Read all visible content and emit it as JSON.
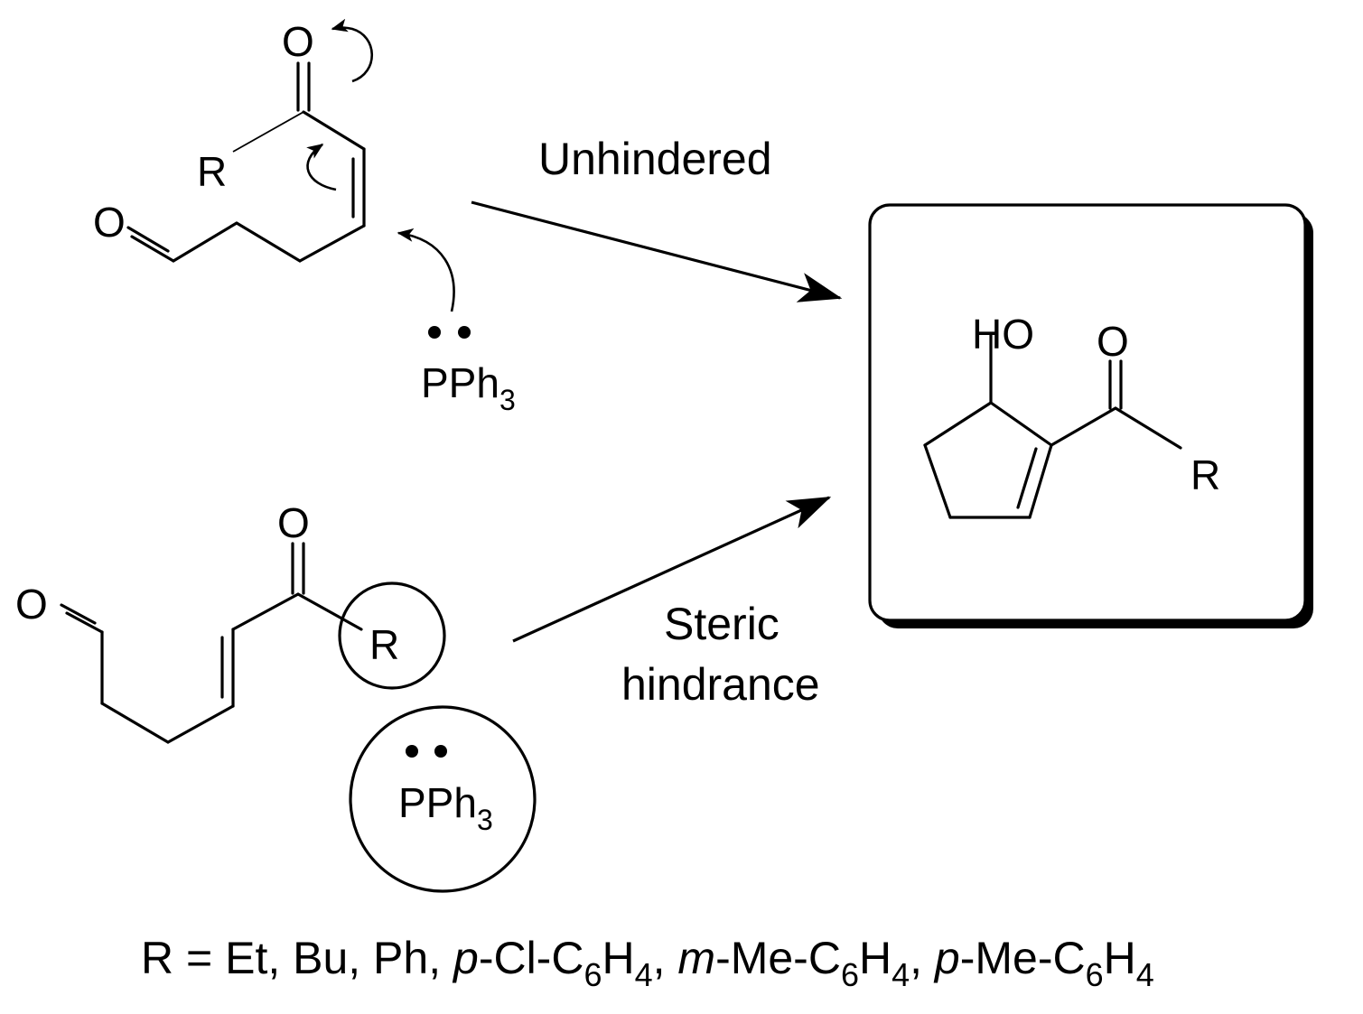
{
  "reagent": {
    "lone_pair": "••",
    "label": "PPh",
    "subscript": "3"
  },
  "atoms": {
    "oxygen": "O",
    "r_group": "R",
    "hydroxyl": "HO"
  },
  "pathways": {
    "top": "Unhindered",
    "bottom_line1": "Steric",
    "bottom_line2": "hindrance"
  },
  "footnote": {
    "prefix": "R = Et, Bu, Ph, ",
    "items": [
      {
        "italic": "p",
        "rest": "-Cl-C",
        "sub1": "6",
        "h": "H",
        "sub2": "4",
        "sep": ", "
      },
      {
        "italic": "m",
        "rest": "-Me-C",
        "sub1": "6",
        "h": "H",
        "sub2": "4",
        "sep": ", "
      },
      {
        "italic": "p",
        "rest": "-Me-C",
        "sub1": "6",
        "h": "H",
        "sub2": "4",
        "sep": ""
      }
    ]
  },
  "colors": {
    "ink": "#000000",
    "background": "#ffffff"
  }
}
